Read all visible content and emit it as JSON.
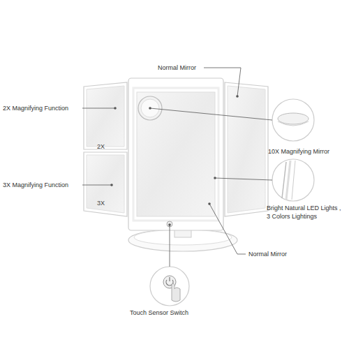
{
  "diagram": {
    "labels": [
      "Normal Mirror",
      "2X Magnifying Function",
      "10X Magnifying Mirror",
      "2X",
      "3X Magnifying Function",
      "Bright Natural LED Lights , 3 Colors Lightings",
      "3X",
      "Normal Mirror",
      "Touch Sensor Switch"
    ]
  }
}
